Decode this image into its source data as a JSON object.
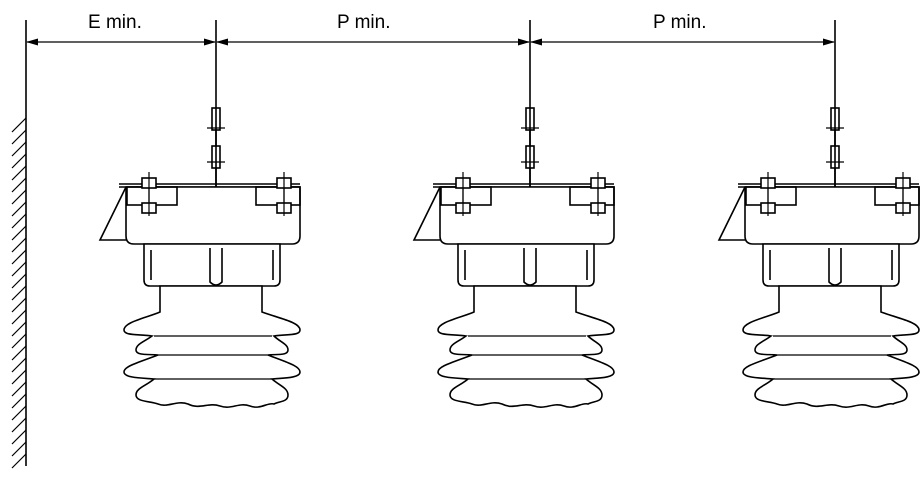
{
  "dimensions": {
    "e_label": "E min.",
    "p_label_1": "P min.",
    "p_label_2": "P min."
  },
  "colors": {
    "line": "#000000",
    "background": "#ffffff"
  }
}
